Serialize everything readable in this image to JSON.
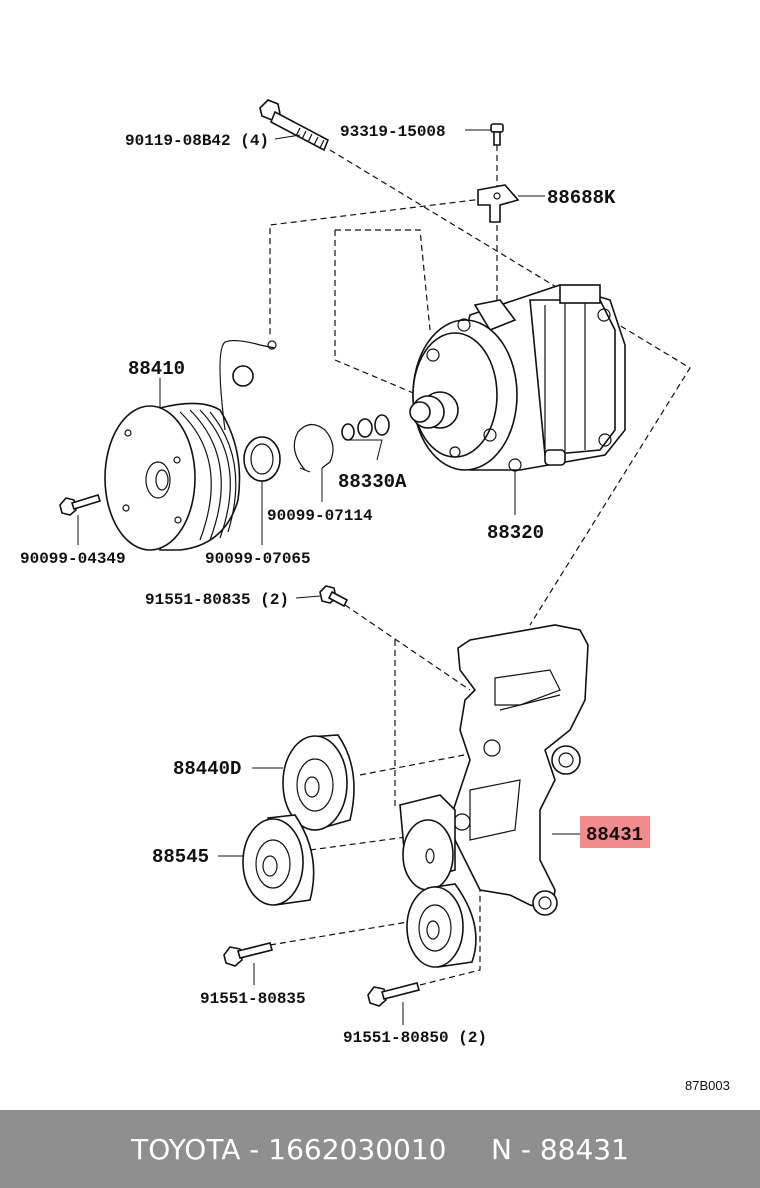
{
  "callouts": [
    {
      "id": "bolt-top",
      "text": "90119-08B42 (4)"
    },
    {
      "id": "screw-top",
      "text": "93319-15008"
    },
    {
      "id": "bracket-small",
      "text": "88688K"
    },
    {
      "id": "clutch-pulley",
      "text": "88410"
    },
    {
      "id": "shims",
      "text": "88330A"
    },
    {
      "id": "snap-ring-big",
      "text": "90099-07114"
    },
    {
      "id": "compressor",
      "text": "88320"
    },
    {
      "id": "bolt-clutch",
      "text": "90099-04349"
    },
    {
      "id": "snap-ring-small",
      "text": "90099-07065"
    },
    {
      "id": "bolt-bracket",
      "text": "91551-80835 (2)"
    },
    {
      "id": "idler-pulley",
      "text": "88440D"
    },
    {
      "id": "pulley-88545",
      "text": "88545"
    },
    {
      "id": "bracket-main",
      "text": "88431"
    },
    {
      "id": "bolt-lower",
      "text": "91551-80835"
    },
    {
      "id": "bolt-lower-long",
      "text": "91551-80850 (2)"
    }
  ],
  "highlight_part": "88431",
  "highlight_color": "#f28b8b",
  "diagram_code": "87B003",
  "footer": {
    "brand_code": "TOYOTA - 1662030010",
    "part_ref": "N - 88431",
    "background": "#8f8f8f"
  }
}
